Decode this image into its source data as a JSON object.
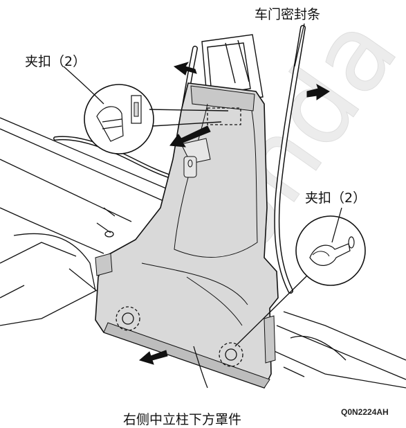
{
  "labels": {
    "door_seal": "车门密封条",
    "clip_left": "夹扣（2）",
    "clip_right": "夹扣（2）",
    "part_name": "右侧中立柱下方罩件",
    "figure_code": "Q0N2224AH"
  },
  "watermark": "Honda",
  "colors": {
    "panel_fill": "#d9d9d9",
    "line": "#111111",
    "arrow": "#111111",
    "watermark": "#e9e9e9"
  }
}
